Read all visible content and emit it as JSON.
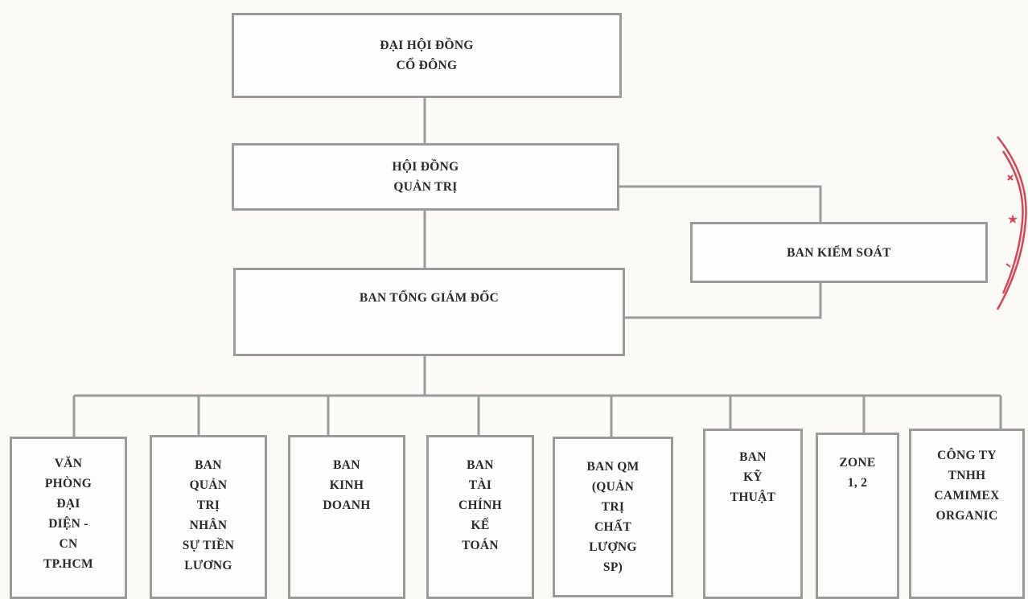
{
  "diagram": {
    "top": {
      "lines": [
        "ĐẠI HỘI ĐỒNG",
        "CỔ ĐÔNG"
      ]
    },
    "board": {
      "lines": [
        "HỘI ĐỒNG",
        "QUẢN TRỊ"
      ]
    },
    "supervisory": {
      "lines": [
        "BAN KIỂM SOÁT"
      ]
    },
    "executive": {
      "lines": [
        "BAN TỔNG GIÁM ĐỐC"
      ]
    },
    "departments": [
      {
        "lines": [
          "VĂN",
          "PHÒNG",
          "ĐẠI",
          "DIỆN -",
          "CN",
          "TP.HCM"
        ]
      },
      {
        "lines": [
          "BAN",
          "QUẢN",
          "TRỊ",
          "NHÂN",
          "SỰ TIỀN",
          "LƯƠNG"
        ]
      },
      {
        "lines": [
          "BAN",
          "KINH",
          "DOANH"
        ]
      },
      {
        "lines": [
          "BAN",
          "TÀI",
          "CHÍNH",
          "KẾ",
          "TOÁN"
        ]
      },
      {
        "lines": [
          "BAN QM",
          "(QUẢN",
          "TRỊ",
          "CHẤT",
          "LƯỢNG",
          "SP)"
        ]
      },
      {
        "lines": [
          "BAN",
          "KỸ",
          "THUẬT"
        ]
      },
      {
        "lines": [
          "ZONE",
          "1, 2"
        ]
      },
      {
        "lines": [
          "CÔNG TY",
          "TNHH",
          "CAMIMEX",
          "ORGANIC"
        ]
      }
    ]
  },
  "colors": {
    "line": "#9a9a9a",
    "stamp": "#d8455a"
  }
}
